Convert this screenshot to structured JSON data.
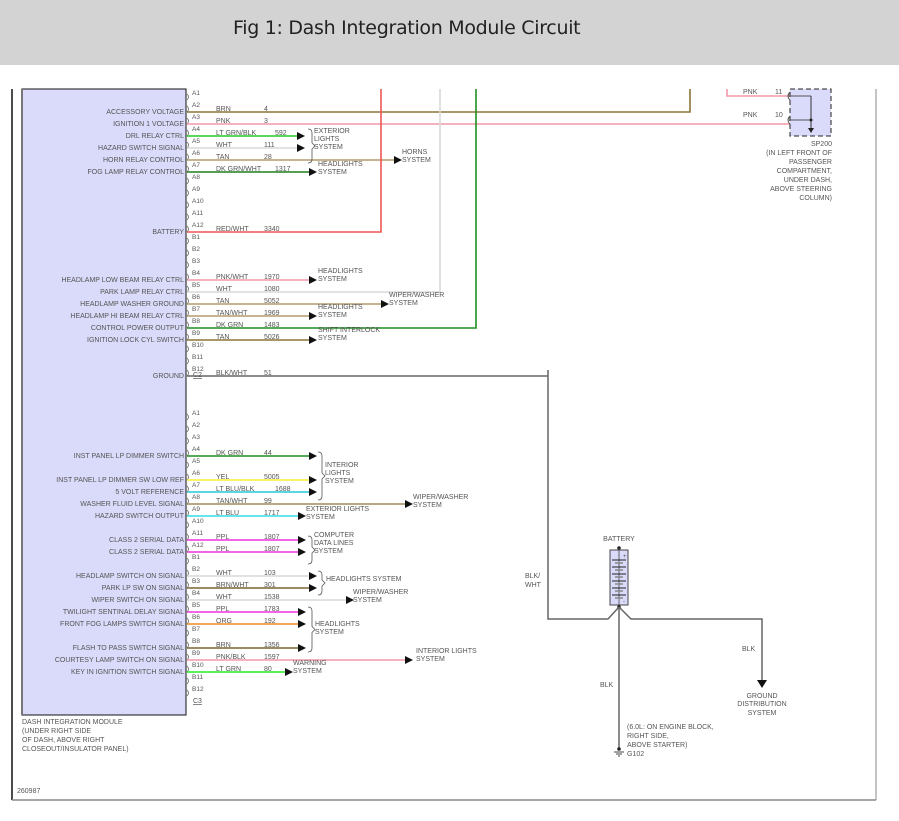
{
  "header": {
    "title": "Fig 1: Dash Integration Module Circuit"
  },
  "module": {
    "name_lines": [
      "DASH INTEGRATION MODULE",
      "(UNDER RIGHT SIDE",
      "OF DASH, ABOVE RIGHT",
      "CLOSEOUT/INSULATOR PANEL)"
    ],
    "fill_color": "#dadafa"
  },
  "figure_id": "260987",
  "connectors": [
    {
      "name": "C2",
      "pins": [
        {
          "pin": "A1"
        },
        {
          "pin": "A2",
          "function": "ACCESSORY VOLTAGE",
          "wire": "BRN",
          "circuit": "4",
          "color": "#8b7536"
        },
        {
          "pin": "A3",
          "function": "IGNITION 1 VOLTAGE",
          "wire": "PNK",
          "circuit": "3",
          "color": "#f497a9"
        },
        {
          "pin": "A4",
          "function": "DRL RELAY CTRL",
          "wire": "LT GRN/BLK",
          "circuit": "592",
          "color": "#22cc22",
          "dest": "EXTERIOR LIGHTS SYSTEM"
        },
        {
          "pin": "A5",
          "function": "HAZARD SWITCH SIGNAL",
          "wire": "WHT",
          "circuit": "111",
          "color": "#d8d8d8",
          "dest": "EXTERIOR LIGHTS SYSTEM"
        },
        {
          "pin": "A6",
          "function": "HORN RELAY CONTROL",
          "wire": "TAN",
          "circuit": "28",
          "color": "#b49a6a",
          "dest": "HORNS SYSTEM"
        },
        {
          "pin": "A7",
          "function": "FOG LAMP RELAY CONTROL",
          "wire": "DK GRN/WHT",
          "circuit": "1317",
          "color": "#1f7f1f",
          "dest": "HEADLIGHTS SYSTEM"
        },
        {
          "pin": "A8"
        },
        {
          "pin": "A9"
        },
        {
          "pin": "A10"
        },
        {
          "pin": "A11"
        },
        {
          "pin": "A12",
          "function": "BATTERY",
          "wire": "RED/WHT",
          "circuit": "3340",
          "color": "#ef5555"
        },
        {
          "pin": "B1"
        },
        {
          "pin": "B2"
        },
        {
          "pin": "B3"
        },
        {
          "pin": "B4",
          "function": "HEADLAMP LOW BEAM RELAY CTRL",
          "wire": "PNK/WHT",
          "circuit": "1970",
          "color": "#f497a9",
          "dest": "HEADLIGHTS SYSTEM"
        },
        {
          "pin": "B5",
          "function": "PARK LAMP RELAY CTRL",
          "wire": "WHT",
          "circuit": "1080",
          "color": "#d8d8d8"
        },
        {
          "pin": "B6",
          "function": "HEADLAMP WASHER GROUND",
          "wire": "TAN",
          "circuit": "5052",
          "color": "#b49a6a",
          "dest": "WIPER/WASHER SYSTEM"
        },
        {
          "pin": "B7",
          "function": "HEADLAMP HI BEAM RELAY CTRL",
          "wire": "TAN/WHT",
          "circuit": "1969",
          "color": "#b49a6a",
          "dest": "HEADLIGHTS SYSTEM"
        },
        {
          "pin": "B8",
          "function": "CONTROL POWER OUTPUT",
          "wire": "DK GRN",
          "circuit": "1483",
          "color": "#1f8f1f"
        },
        {
          "pin": "B9",
          "function": "IGNITION LOCK CYL SWITCH",
          "wire": "TAN",
          "circuit": "5026",
          "color": "#8b7536",
          "dest": "SHIFT INTERLOCK SYSTEM"
        },
        {
          "pin": "B10"
        },
        {
          "pin": "B11"
        },
        {
          "pin": "B12",
          "function": "GROUND",
          "wire": "BLK/WHT",
          "circuit": "51",
          "color": "#666666"
        }
      ]
    },
    {
      "name": "C3",
      "pins": [
        {
          "pin": "A1"
        },
        {
          "pin": "A2"
        },
        {
          "pin": "A3"
        },
        {
          "pin": "A4",
          "function": "INST PANEL LP DIMMER SWITCH",
          "wire": "DK GRN",
          "circuit": "44",
          "color": "#1f8f1f",
          "dest": "INTERIOR LIGHTS SYSTEM"
        },
        {
          "pin": "A5"
        },
        {
          "pin": "A6",
          "function": "INST PANEL LP DIMMER SW LOW REF",
          "wire": "YEL",
          "circuit": "5005",
          "color": "#f5f032",
          "dest": "INTERIOR LIGHTS SYSTEM"
        },
        {
          "pin": "A7",
          "function": "5 VOLT REFERENCE",
          "wire": "LT BLU/BLK",
          "circuit": "1688",
          "color": "#22c8d8",
          "dest": "INTERIOR LIGHTS SYSTEM"
        },
        {
          "pin": "A8",
          "function": "WASHER FLUID LEVEL SIGNAL",
          "wire": "TAN/WHT",
          "circuit": "99",
          "color": "#a08a5a",
          "dest": "WIPER/WASHER SYSTEM"
        },
        {
          "pin": "A9",
          "function": "HAZARD SWITCH OUTPUT",
          "wire": "LT BLU",
          "circuit": "1717",
          "color": "#33dde6",
          "dest": "EXTERIOR LIGHTS SYSTEM"
        },
        {
          "pin": "A10"
        },
        {
          "pin": "A11",
          "function": "CLASS 2 SERIAL DATA",
          "wire": "PPL",
          "circuit": "1807",
          "color": "#ee33dd",
          "dest": "COMPUTER DATA LINES SYSTEM"
        },
        {
          "pin": "A12",
          "function": "CLASS 2 SERIAL DATA",
          "wire": "PPL",
          "circuit": "1807",
          "color": "#ee33dd",
          "dest": "COMPUTER DATA LINES SYSTEM"
        },
        {
          "pin": "B1"
        },
        {
          "pin": "B2",
          "function": "HEADLAMP SWITCH ON SIGNAL",
          "wire": "WHT",
          "circuit": "103",
          "color": "#d8d8d8",
          "dest": "HEADLIGHTS SYSTEM"
        },
        {
          "pin": "B3",
          "function": "PARK LP SW ON SIGNAL",
          "wire": "BRN/WHT",
          "circuit": "301",
          "color": "#7a6530",
          "dest": "HEADLIGHTS SYSTEM"
        },
        {
          "pin": "B4",
          "function": "WIPER SWITCH ON SIGNAL",
          "wire": "WHT",
          "circuit": "1538",
          "color": "#d8d8d8",
          "dest": "WIPER/WASHER SYSTEM"
        },
        {
          "pin": "B5",
          "function": "TWILIGHT SENTINAL DELAY SIGNAL",
          "wire": "PPL",
          "circuit": "1783",
          "color": "#ee33dd",
          "dest": "HEADLIGHTS SYSTEM"
        },
        {
          "pin": "B6",
          "function": "FRONT FOG LAMPS SWITCH SIGNAL",
          "wire": "ORG",
          "circuit": "192",
          "color": "#f08a22",
          "dest": "HEADLIGHTS SYSTEM"
        },
        {
          "pin": "B7"
        },
        {
          "pin": "B8",
          "function": "FLASH TO PASS SWITCH SIGNAL",
          "wire": "BRN",
          "circuit": "1356",
          "color": "#7a6530",
          "dest": "HEADLIGHTS SYSTEM"
        },
        {
          "pin": "B9",
          "function": "COURTESY LAMP SWITCH ON SIGNAL",
          "wire": "PNK/BLK",
          "circuit": "1597",
          "color": "#f497a9",
          "dest": "INTERIOR LIGHTS SYSTEM"
        },
        {
          "pin": "B10",
          "function": "KEY IN IGNITION SWITCH SIGNAL",
          "wire": "LT GRN",
          "circuit": "80",
          "color": "#22ee22",
          "dest": "WARNING SYSTEM"
        },
        {
          "pin": "B11"
        },
        {
          "pin": "B12"
        }
      ]
    }
  ],
  "destinations": {
    "ext_lights_1": [
      "EXTERIOR",
      "LIGHTS",
      "SYSTEM"
    ],
    "horns": [
      "HORNS",
      "SYSTEM"
    ],
    "headlights": [
      "HEADLIGHTS",
      "SYSTEM"
    ],
    "wiper_washer": [
      "WIPER/WASHER",
      "SYSTEM"
    ],
    "shift_interlock": [
      "SHIFT INTERLOCK",
      "SYSTEM"
    ],
    "interior_lights": [
      "INTERIOR",
      "LIGHTS",
      "SYSTEM"
    ],
    "ext_lights_2": [
      "EXTERIOR LIGHTS",
      "SYSTEM"
    ],
    "computer_data": [
      "COMPUTER",
      "DATA LINES",
      "SYSTEM"
    ],
    "headlights_one_line": "HEADLIGHTS SYSTEM",
    "interior_lights_2": [
      "INTERIOR LIGHTS",
      "SYSTEM"
    ],
    "warning": [
      "WARNING",
      "SYSTEM"
    ]
  },
  "splice": {
    "name": "SP200",
    "location_lines": [
      "(IN LEFT FRONT OF",
      "PASSENGER",
      "COMPARTMENT,",
      "UNDER DASH,",
      "ABOVE STEERING",
      "COLUMN)"
    ],
    "wires": [
      {
        "wire": "PNK",
        "circuit": "11"
      },
      {
        "wire": "PNK",
        "circuit": "10"
      }
    ]
  },
  "battery": {
    "label": "BATTERY",
    "plus": "+",
    "minus": "-",
    "wire_in_lines": [
      "BLK/",
      "WHT"
    ],
    "wire_out_left": "BLK",
    "wire_out_right": "BLK"
  },
  "ground": {
    "name": "G102",
    "location_lines": [
      "(6.0L: ON ENGINE BLOCK,",
      "RIGHT SIDE,",
      "ABOVE STARTER)"
    ]
  },
  "ground_distribution": [
    "GROUND",
    "DISTRIBUTION",
    "SYSTEM"
  ]
}
